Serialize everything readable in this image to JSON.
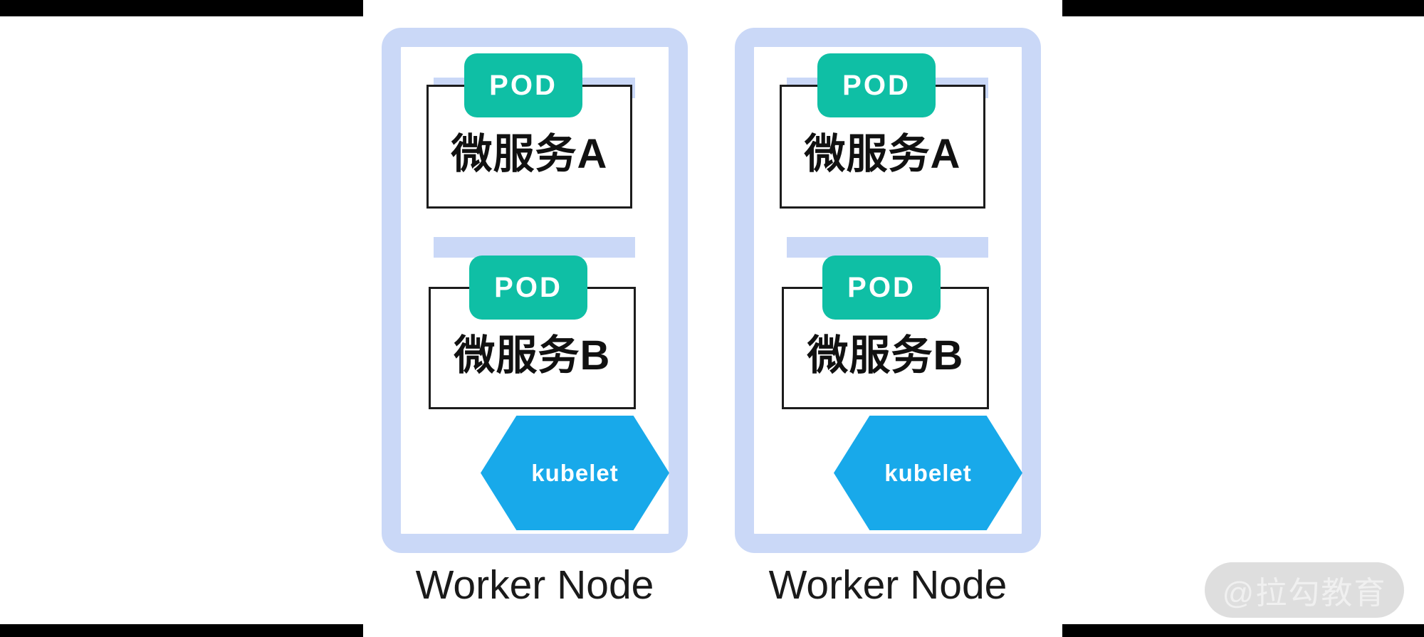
{
  "colors": {
    "letterbox": "#000000",
    "frame_blue": "#cad8f7",
    "pod_teal": "#0fbfa5",
    "kubelet_blue": "#18a9ea",
    "box_border": "#1c1c1c",
    "watermark_bg": "#dedede",
    "watermark_text": "#f0f0f0"
  },
  "nodes": [
    {
      "label": "Worker Node",
      "agent_label": "kubelet",
      "pods": [
        {
          "badge_label": "POD",
          "service_name": "微服务A"
        },
        {
          "badge_label": "POD",
          "service_name": "微服务B"
        }
      ]
    },
    {
      "label": "Worker Node",
      "agent_label": "kubelet",
      "pods": [
        {
          "badge_label": "POD",
          "service_name": "微服务A"
        },
        {
          "badge_label": "POD",
          "service_name": "微服务B"
        }
      ]
    }
  ],
  "watermark": {
    "label": "@拉勾教育"
  }
}
